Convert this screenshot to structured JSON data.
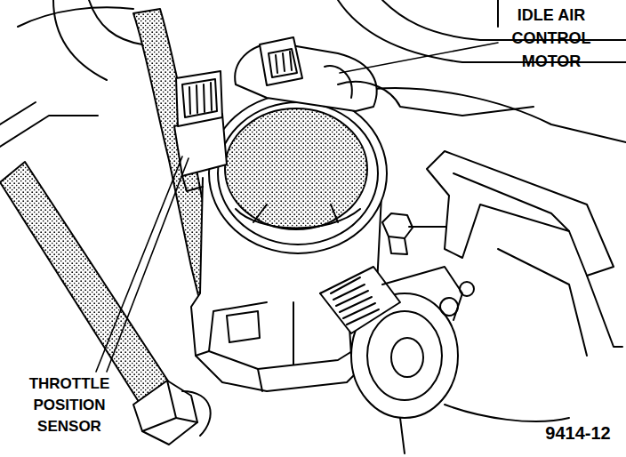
{
  "diagram": {
    "labels": [
      "IDLE AIR CONTROL MOTOR",
      "THROTTLE POSITION SENSOR",
      "9414-12"
    ]
  }
}
